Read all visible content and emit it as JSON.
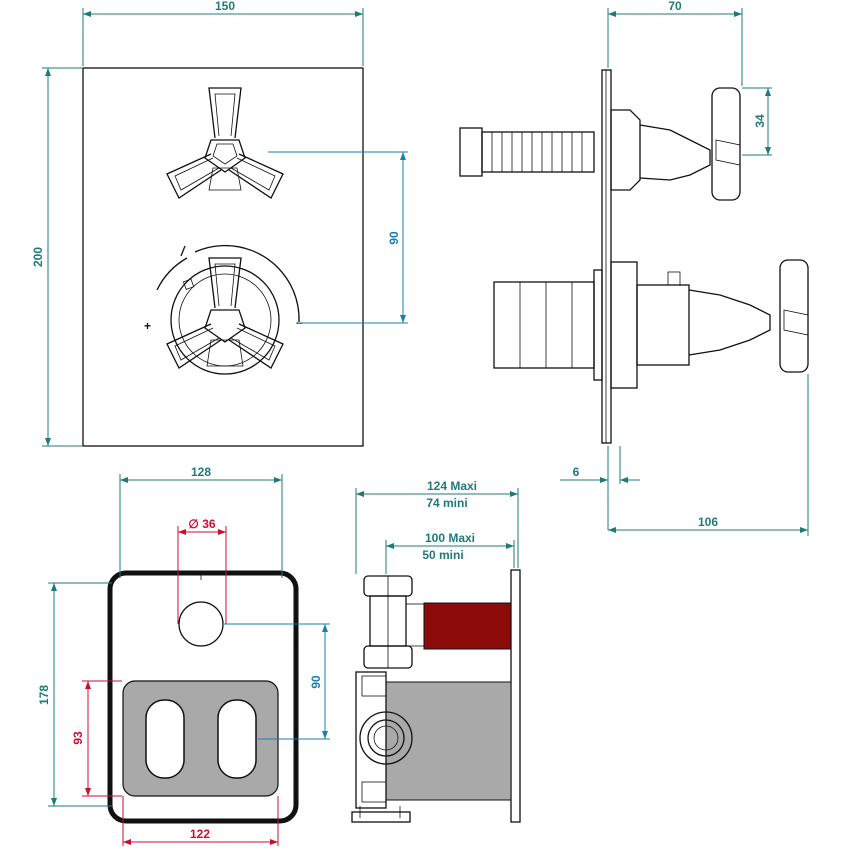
{
  "colors": {
    "teal_dim": "#1f7a7a",
    "blue_dim": "#1c7fb0",
    "red_dim": "#c8102e",
    "outline": "#111111",
    "box_gray": "#a9a9a9",
    "pipe_red": "#8b0a0a"
  },
  "faceplate": {
    "width_label": "150",
    "height_label": "200",
    "spacing_label": "90",
    "plus_label": "+",
    "minus_label": "−"
  },
  "side_view": {
    "depth_label": "70",
    "handle_label": "34",
    "plate_label": "6",
    "total_label": "106"
  },
  "box_front": {
    "width_label": "128",
    "height_label": "178",
    "diameter_label": "∅ 36",
    "spacing_label": "90",
    "opening_height_label": "93",
    "opening_width_label": "122"
  },
  "box_side": {
    "max_label": "124 Maxi",
    "min_label": "74 mini",
    "inner_max_label": "100 Maxi",
    "inner_min_label": "50 mini"
  }
}
